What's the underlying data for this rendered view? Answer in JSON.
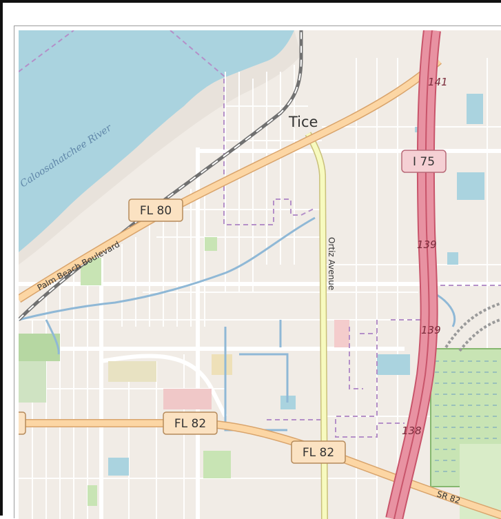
{
  "map": {
    "place": "Tice",
    "water": "Caloosahatchee River",
    "roads": {
      "i75_shield": "I 75",
      "fl80_shield": "FL 80",
      "fl82_shield_left": "FL 82",
      "fl82_shield_right": "FL 82",
      "palm_beach": "Palm Beach Boulevard",
      "ortiz": "Ortiz Avenue",
      "sr82": "SR 82"
    },
    "exits": {
      "e141": "141",
      "e139_upper": "139",
      "e139_lower": "139",
      "e138": "138"
    }
  }
}
